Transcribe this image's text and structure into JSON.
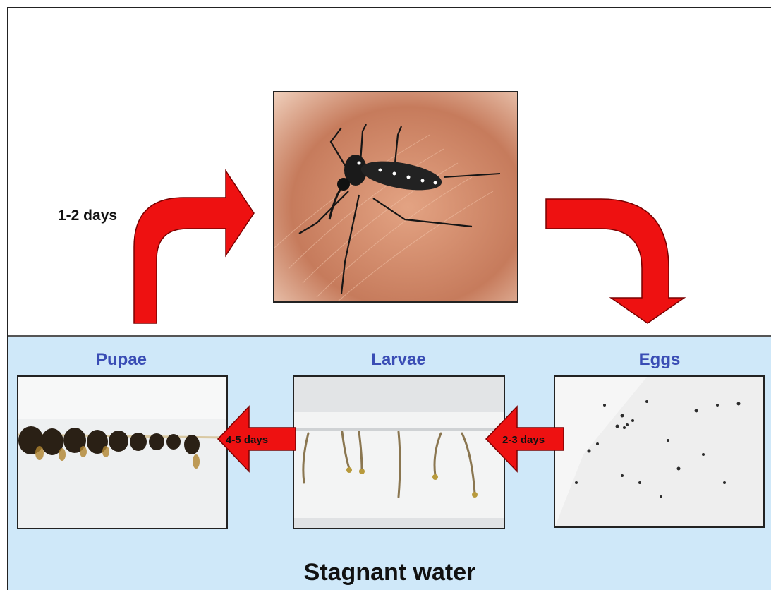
{
  "days_adult": "1-2 days",
  "stages": {
    "pupae": "Pupae",
    "larvae": "Larvae",
    "eggs": "Eggs"
  },
  "arrows": {
    "larvae_to_pupae": "4-5 days",
    "eggs_to_larvae": "2-3 days"
  },
  "habitat": "Stagnant water",
  "colors": {
    "arrow": "#ee1111",
    "water": "#cfe8f9",
    "stage_label": "#3a4db5"
  }
}
